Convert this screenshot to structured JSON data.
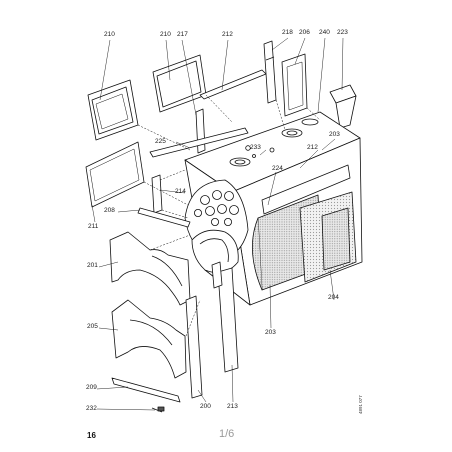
{
  "labels": [
    {
      "id": "l210a",
      "text": "210"
    },
    {
      "id": "l210b",
      "text": "210"
    },
    {
      "id": "l217",
      "text": "217"
    },
    {
      "id": "l212a",
      "text": "212"
    },
    {
      "id": "l218",
      "text": "218"
    },
    {
      "id": "l206",
      "text": "206"
    },
    {
      "id": "l240",
      "text": "240"
    },
    {
      "id": "l223",
      "text": "223"
    },
    {
      "id": "l203a",
      "text": "203"
    },
    {
      "id": "l225",
      "text": "225"
    },
    {
      "id": "l233",
      "text": "233"
    },
    {
      "id": "l212b",
      "text": "212"
    },
    {
      "id": "l224",
      "text": "224"
    },
    {
      "id": "l214",
      "text": "214"
    },
    {
      "id": "l208",
      "text": "208"
    },
    {
      "id": "l211",
      "text": "211"
    },
    {
      "id": "l201",
      "text": "201"
    },
    {
      "id": "l205",
      "text": "205"
    },
    {
      "id": "l204",
      "text": "204"
    },
    {
      "id": "l203b",
      "text": "203"
    },
    {
      "id": "l209",
      "text": "209"
    },
    {
      "id": "l200",
      "text": "200"
    },
    {
      "id": "l213",
      "text": "213"
    },
    {
      "id": "l232",
      "text": "232"
    }
  ],
  "footer": {
    "page_number": "16",
    "page_count": "1/6",
    "drawing_code": "4891 077"
  }
}
